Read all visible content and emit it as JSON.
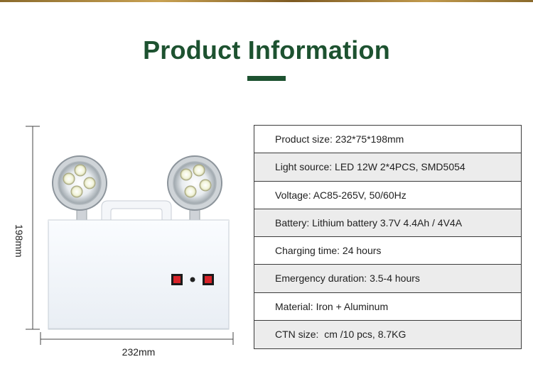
{
  "header": {
    "title": "Product Information"
  },
  "product_image": {
    "height_label": "198mm",
    "width_label": "232mm"
  },
  "specs": [
    "Product size: 232*75*198mm",
    "Light source: LED 12W 2*4PCS, SMD5054",
    "Voltage: AC85-265V, 50/60Hz",
    "Battery: Lithium battery 3.7V 4.4Ah / 4V4A",
    "Charging time: 24 hours",
    "Emergency duration: 3.5-4 hours",
    "Material: Iron + Aluminum",
    "CTN size:  cm /10 pcs, 8.7KG"
  ],
  "colors": {
    "title": "#1d5230",
    "top_strip": "#c9a253",
    "row_alt": "#ececec",
    "switch_red": "#d8242a"
  }
}
